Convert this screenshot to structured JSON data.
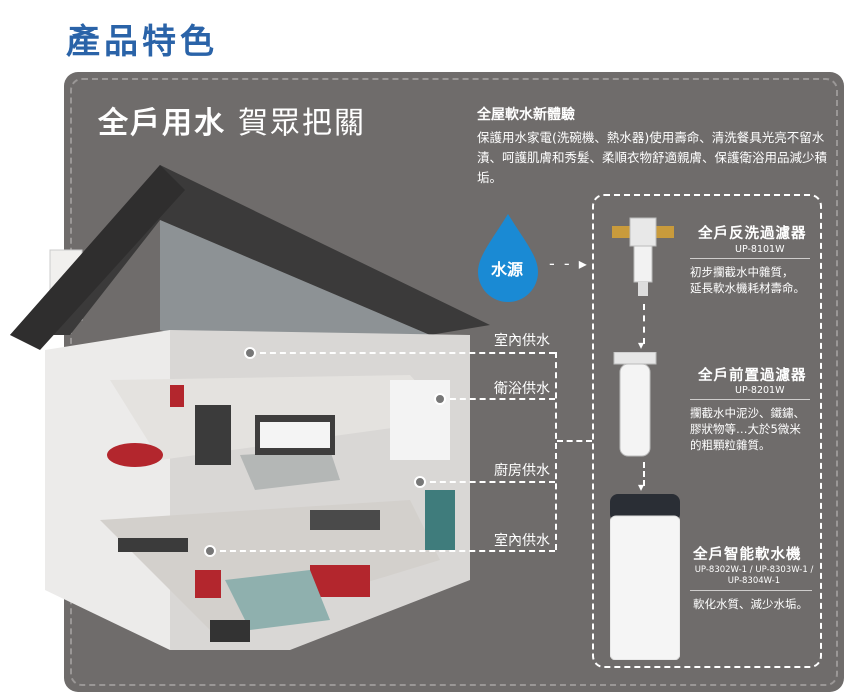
{
  "page": {
    "title": "產品特色"
  },
  "panel": {
    "headline_bold": "全戶用水",
    "headline_rest": "賀眾把關",
    "intro_title": "全屋軟水新體驗",
    "intro_body": "保護用水家電(洗碗機、熱水器)使用壽命、清洗餐具光亮不留水漬、呵護肌膚和秀髮、柔順衣物舒適親膚、保護衛浴用品減少積垢。",
    "source_label": "水源"
  },
  "supply": [
    "室內供水",
    "衛浴供水",
    "廚房供水",
    "室內供水"
  ],
  "products": [
    {
      "name": "全戶反洗過濾器",
      "model": "UP-8101W",
      "desc": [
        "初步攔截水中雜質，",
        "延長軟水機耗材壽命。"
      ]
    },
    {
      "name": "全戶前置過濾器",
      "model": "UP-8201W",
      "desc": [
        "攔截水中泥沙、鐵鏽、",
        "膠狀物等…大於5微米",
        "的粗顆粒雜質。"
      ]
    },
    {
      "name": "全戶智能軟水機",
      "model": [
        "UP-8302W-1 / UP-8303W-1 /",
        "UP-8304W-1"
      ],
      "desc": [
        "軟化水質、減少水垢。"
      ]
    }
  ],
  "colors": {
    "title": "#2a63a8",
    "panel": "#6f6c6b",
    "drop": "#1a8ad4"
  }
}
